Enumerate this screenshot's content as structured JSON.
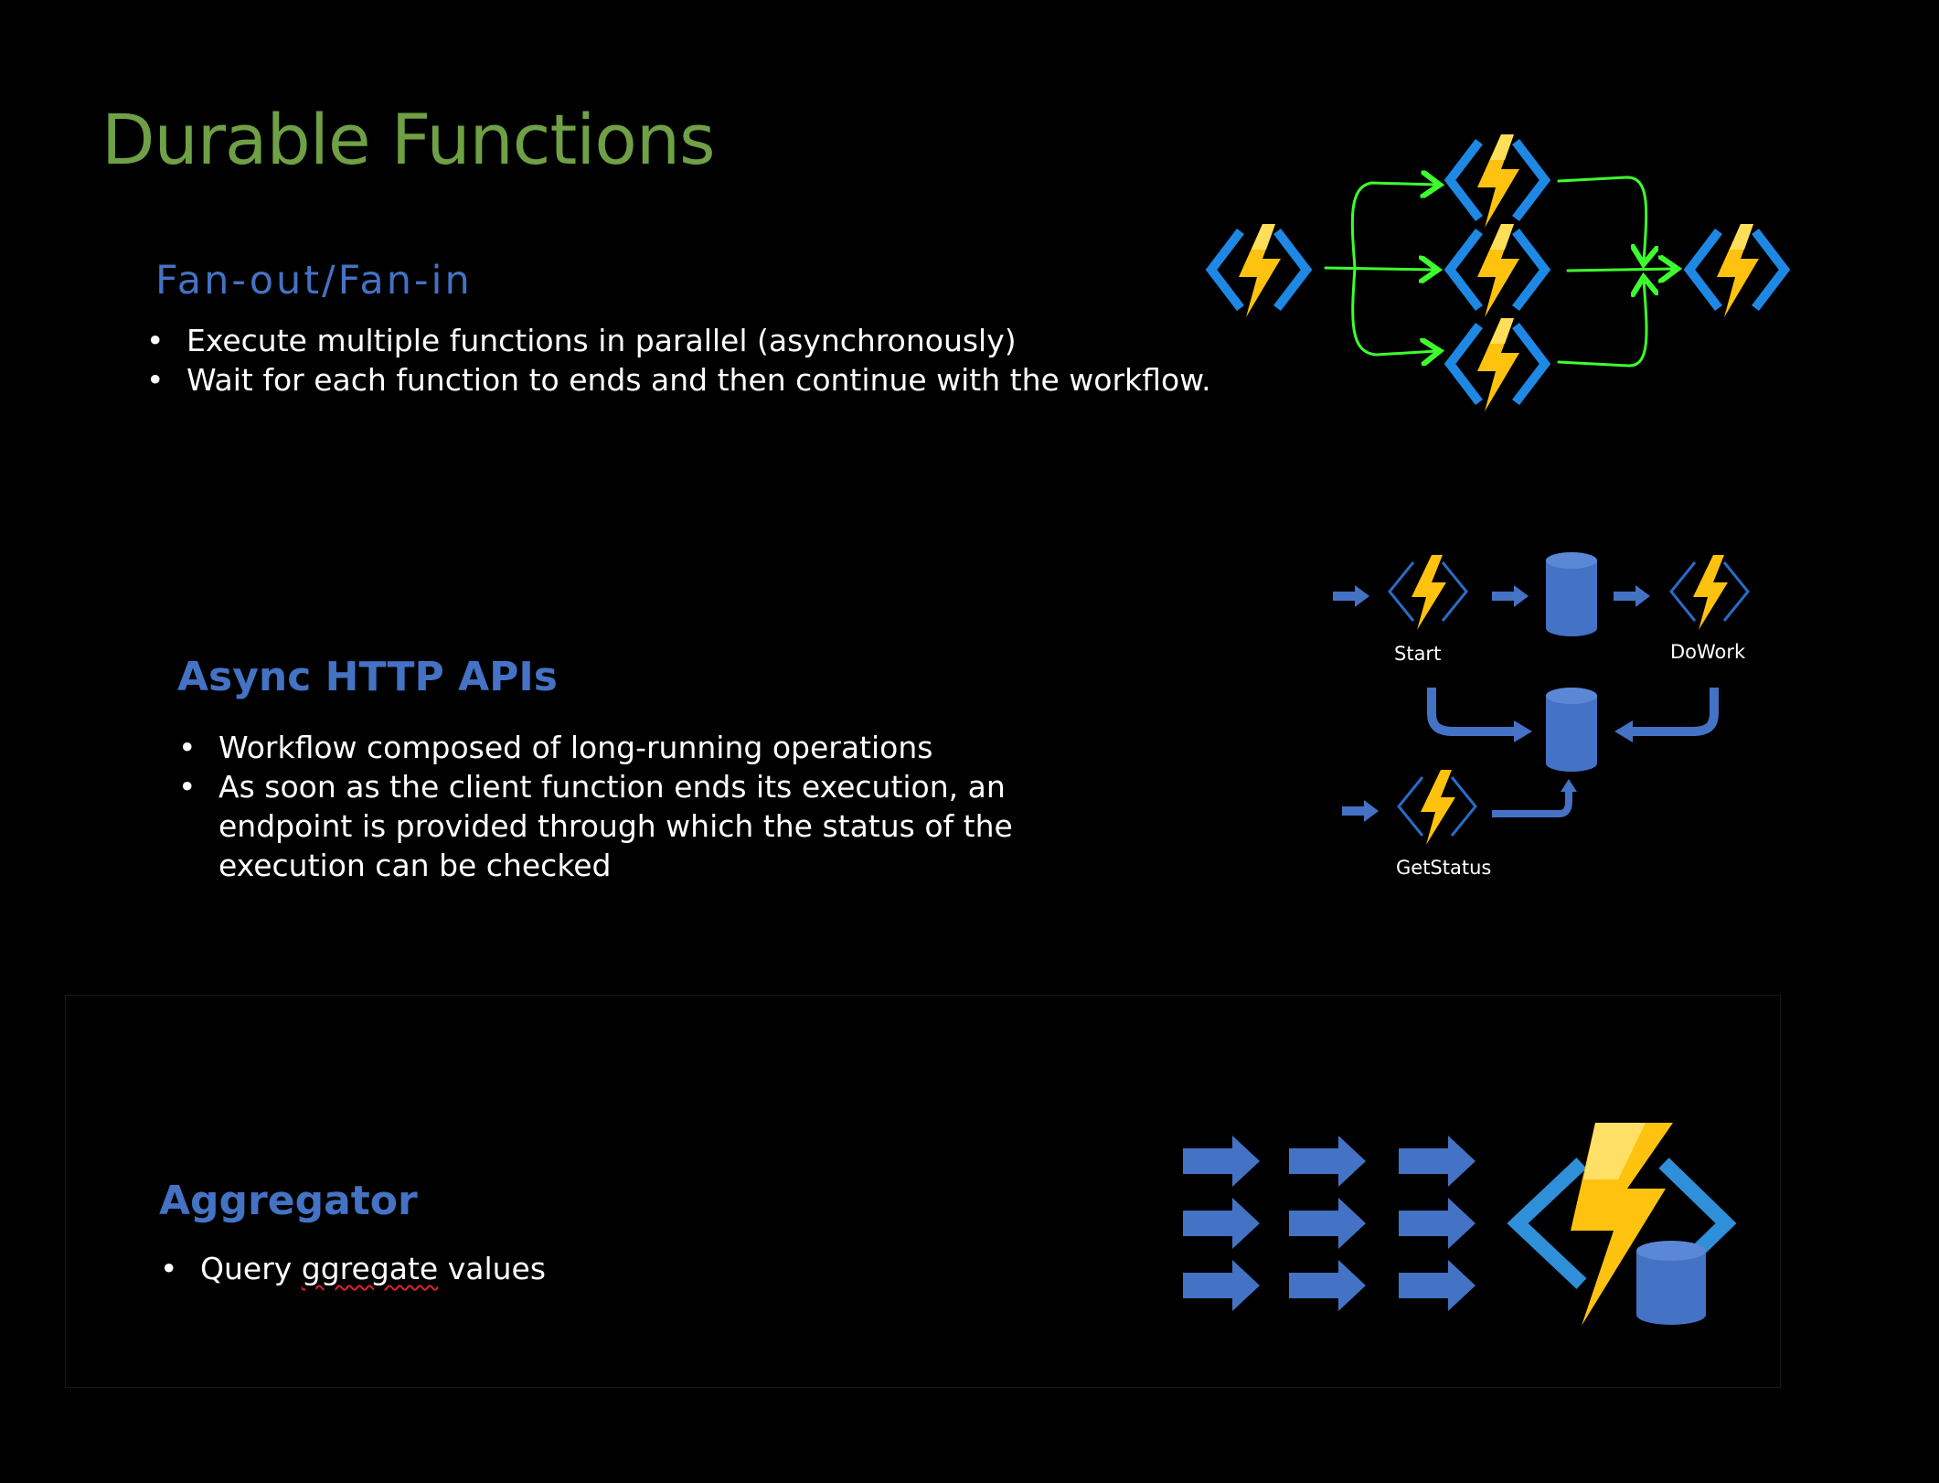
{
  "slide": {
    "title": "Durable Functions"
  },
  "fan_out_fan_in": {
    "heading": "Fan-out/Fan-in",
    "bullets": [
      "Execute multiple functions in parallel (asynchronously)",
      "Wait for each function to ends and then continue with the workflow."
    ]
  },
  "async_http_apis": {
    "heading": "Async HTTP APIs",
    "bullets": [
      "Workflow composed of long-running operations",
      "As soon as the client function ends its execution, an endpoint is provided through which the status of the execution can be checked"
    ],
    "diagram_labels": {
      "start": "Start",
      "dowork": "DoWork",
      "getstatus": "GetStatus"
    }
  },
  "aggregator": {
    "heading": "Aggregator",
    "bullet_prefix": "Query ",
    "bullet_misspelled": "ggregate",
    "bullet_suffix": " values"
  },
  "colors": {
    "title_green": "#6fa046",
    "heading_blue": "#4472c4",
    "arrow_green": "#3dff2e",
    "bolt_yellow": "#ffc20e",
    "bracket_blue": "#1e88e5",
    "db_blue": "#4472c4"
  },
  "icons": [
    "azure-function-icon",
    "database-icon",
    "arrow-right-icon"
  ]
}
